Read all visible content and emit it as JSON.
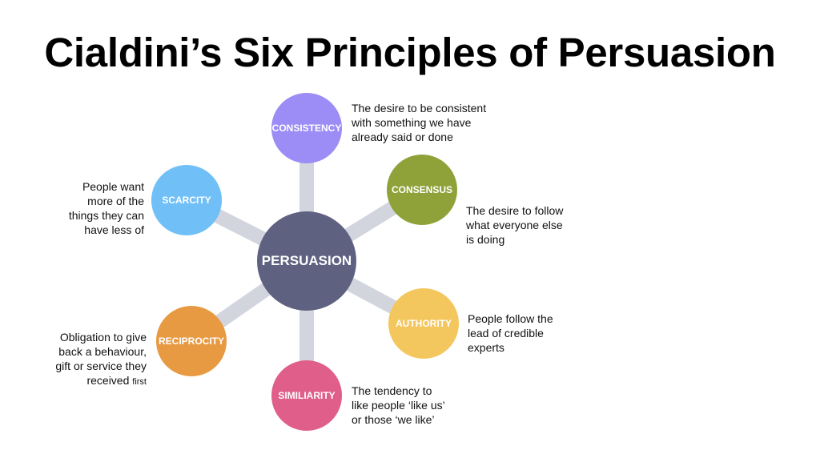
{
  "title": "Cialdini’s Six Principles of Persuasion",
  "colors": {
    "hub": "#5f6180",
    "spoke": "#d3d5de",
    "consistency": "#9c8cf5",
    "consensus": "#8fa23a",
    "authority": "#f4c75e",
    "similiarity": "#e05f8a",
    "reciprocity": "#e89a42",
    "scarcity": "#70bff7"
  },
  "hub": {
    "label": "PERSUASION"
  },
  "principles": {
    "consistency": {
      "label": "CONSISTENCY",
      "lines": [
        "The desire to be consistent",
        "with something we have",
        "already said or done"
      ]
    },
    "consensus": {
      "label": "CONSENSUS",
      "lines": [
        "The desire to follow",
        "what everyone else",
        "is doing"
      ]
    },
    "authority": {
      "label": "AUTHORITY",
      "lines": [
        "People follow the",
        "lead of credible",
        "experts"
      ]
    },
    "similiarity": {
      "label": "SIMILIARITY",
      "lines": [
        "The tendency to",
        "like people ‘like us’",
        "or those ‘we like’"
      ]
    },
    "reciprocity": {
      "label": "RECIPROCITY",
      "lines": [
        "Obligation to give",
        "back a behaviour,",
        "gift or service they"
      ],
      "last_line": "received",
      "last_small": "first"
    },
    "scarcity": {
      "label": "SCARCITY",
      "lines": [
        "People want",
        "more of the",
        "things they can",
        "have less of"
      ]
    }
  }
}
